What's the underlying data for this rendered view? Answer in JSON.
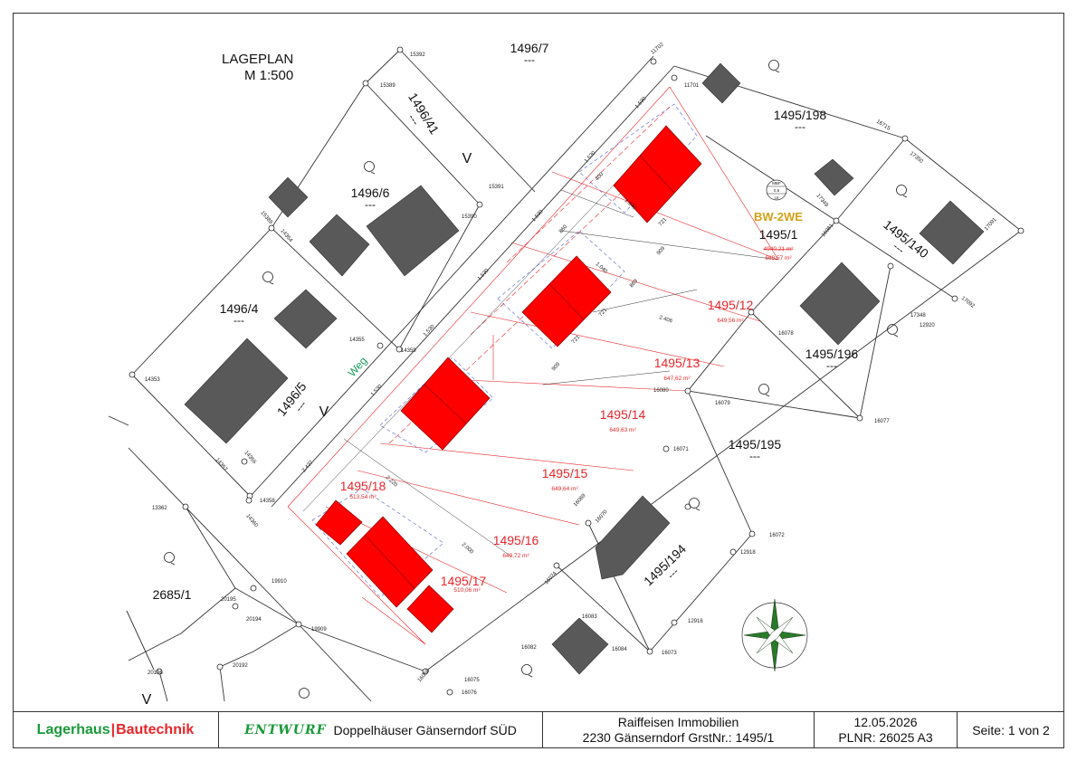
{
  "header": {
    "title": "LAGEPLAN",
    "scale": "M 1:500"
  },
  "colors": {
    "proposed": "#ff0000",
    "existing": "#595959",
    "parcel_line_red": "#e8262a",
    "logo_green": "#1a9a3a",
    "bw_label": "#d4a017"
  },
  "parcels": [
    {
      "id": "1496/7",
      "sub": "---"
    },
    {
      "id": "1496/41",
      "sub": "---"
    },
    {
      "id": "1496/6",
      "sub": "---"
    },
    {
      "id": "1496/4",
      "sub": "---"
    },
    {
      "id": "1496/5",
      "sub": "---"
    },
    {
      "id": "1495/198",
      "sub": "---"
    },
    {
      "id": "1495/1",
      "sub": "",
      "area_old": "4940,21 m²",
      "area": "668,57 m²"
    },
    {
      "id": "1495/140",
      "sub": "---"
    },
    {
      "id": "1495/196",
      "sub": "---"
    },
    {
      "id": "1495/195",
      "sub": "---"
    },
    {
      "id": "1495/194",
      "sub": "---"
    },
    {
      "id": "2685/1",
      "sub": ""
    }
  ],
  "new_parcels": [
    {
      "id": "1495/12",
      "area": "649,56 m²"
    },
    {
      "id": "1495/13",
      "area": "647,62 m²"
    },
    {
      "id": "1495/14",
      "area": "649,63 m²"
    },
    {
      "id": "1495/15",
      "area": "649,64 m²"
    },
    {
      "id": "1495/16",
      "area": "649,72 m²"
    },
    {
      "id": "1495/17",
      "area": "510,06 m²"
    },
    {
      "id": "1495/18",
      "area": "513,54 m²"
    }
  ],
  "zoning": {
    "label": "BW-2WE",
    "stamp": [
      "MBF",
      "0,5",
      "I,II"
    ]
  },
  "road": {
    "name": "Weg",
    "marks": [
      "V",
      "V",
      "V"
    ]
  },
  "points": [
    "15392",
    "11702",
    "15389",
    "11701",
    "16715",
    "17350",
    "15391",
    "15390",
    "15388",
    "14354",
    "17349",
    "16081",
    "17091",
    "17092",
    "17348",
    "12920",
    "14355",
    "14359",
    "16078",
    "14353",
    "16080",
    "16079",
    "16077",
    "16071",
    "14357",
    "14356",
    "14358",
    "14360",
    "16069",
    "16070",
    "13362",
    "16072",
    "12918",
    "16074",
    "19910",
    "20195",
    "20194",
    "19909",
    "16083",
    "12916",
    "16082",
    "16084",
    "16073",
    "20196",
    "20192",
    "16075",
    "16068",
    "16076"
  ],
  "dimensions": [
    "1.530",
    "1.530",
    "1.530",
    "1.530",
    "1.530",
    "1.530",
    "400",
    "1.040",
    "860",
    "1.040",
    "721",
    "909",
    "869",
    "721",
    "2.406",
    "909",
    "721",
    "2.437",
    "2.220",
    "2.000"
  ],
  "titleblock": {
    "company_part1": "Lagerhaus",
    "company_sep": "|",
    "company_part2": "Bautechnik",
    "draft": "ENTWURF",
    "project": "Doppelhäuser Gänserndorf SÜD",
    "client_line1": "Raiffeisen Immobilien",
    "client_line2": "2230 Gänserndorf GrstNr.: 1495/1",
    "date": "12.05.2026",
    "plan_no": "PLNR: 26025  A3",
    "page": "Seite:  1 von 2"
  }
}
